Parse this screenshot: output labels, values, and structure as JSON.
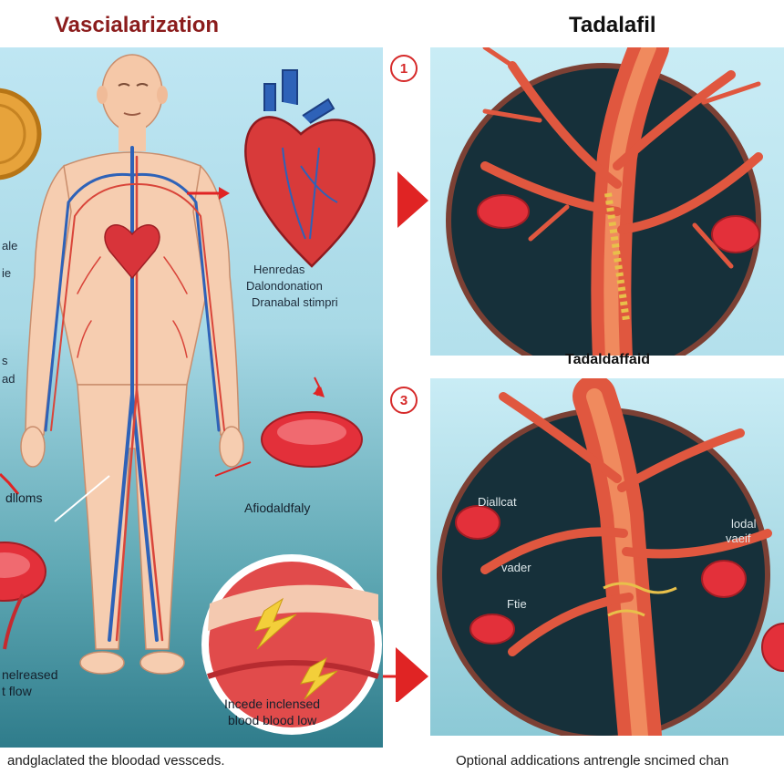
{
  "titles": {
    "left": "Vascialarization",
    "right_top": "Tadalafil",
    "right_mid": "Tadaldaffaid"
  },
  "badges": {
    "first": "1",
    "third": "3"
  },
  "labels": {
    "heart_line1": "Henredas",
    "heart_line2": "Dalondonation",
    "heart_line3": "Dranabal stimpri",
    "left_edge_a": "ale",
    "left_edge_b": "ie",
    "left_edge_c": "s",
    "left_edge_d": "ad",
    "dilemma": "dlloms",
    "increased_line1": "nelreased",
    "increased_line2": "t flow",
    "afoodabitaly": "Afiodaldfaly",
    "incade_line1": "Incede inclensed",
    "incade_line2": "blood blood low",
    "dialleat": "Diallcat",
    "vader": "vader",
    "ftie": "Ftie",
    "vaeif_line1": "lodal",
    "vaeif_line2": "vaeif"
  },
  "captions": {
    "left": "andglaclated the bloodad vessceds.",
    "right": "Optional addications antrengle sncimed chan"
  },
  "colors": {
    "title_left": "#8b1c1c",
    "title_right": "#111111",
    "artery": "#e0573f",
    "vein": "#2e62b8",
    "blood_cell": "#e0303a",
    "skin": "#f6cdb0",
    "circle_bg": "#16303a",
    "arrow": "#e02424"
  }
}
